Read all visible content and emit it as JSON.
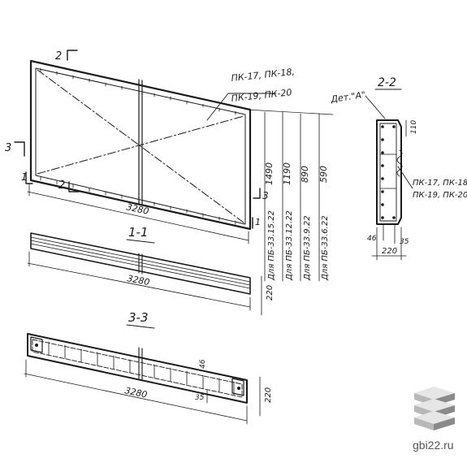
{
  "section_marks": {
    "s2": "2",
    "s3": "3",
    "s1": "1"
  },
  "plan": {
    "callout": [
      "ПК-17, ПК-18,",
      "ПК-19, ПК-20"
    ],
    "length": "3280",
    "heights": [
      "1490",
      "1190",
      "890",
      "590"
    ],
    "panel_types": [
      "Для ПБ-33.15.22",
      "Для ПБ-33.12.22",
      "Для ПБ-33.9.22",
      "Для ПБ-33.6.22"
    ]
  },
  "section_1_1": {
    "title": "1-1",
    "length": "3280",
    "thickness": "220"
  },
  "section_3_3": {
    "title": "3-3",
    "length": "3280",
    "thickness": "220",
    "dim_46": "46",
    "dim_35": "35"
  },
  "section_2_2": {
    "title": "2-2",
    "detail": "Дет.\"А\"",
    "dim_110": "110",
    "callout": [
      "ПК-17, ПК-18,",
      "ПК-19, ПК-20"
    ],
    "dim_46": "46",
    "dim_35": "35",
    "width": "220"
  },
  "watermark": {
    "text": "gbi22.ru",
    "colors": {
      "top": "#e6e6e6",
      "side": "#b8b8b8",
      "dark": "#8a8a8a"
    }
  }
}
